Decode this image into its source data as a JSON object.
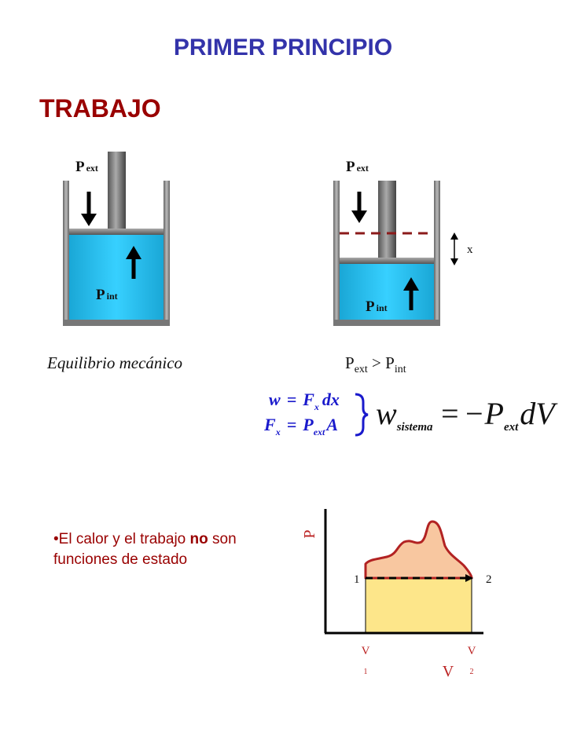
{
  "slide": {
    "title": "PRIMER PRINCIPIO",
    "subtitle": "TRABAJO"
  },
  "left_piston": {
    "p_ext": {
      "base": "P",
      "sub": "ext"
    },
    "p_int": {
      "base": "P",
      "sub": "int"
    },
    "caption": "Equilibrio mecánico"
  },
  "right_piston": {
    "p_ext": {
      "base": "P",
      "sub": "ext"
    },
    "p_int": {
      "base": "P",
      "sub": "int"
    },
    "displacement_label": "x",
    "caption": {
      "a": "P",
      "a_sub": "ext",
      "op": " > ",
      "b": "P",
      "b_sub": "int"
    }
  },
  "equations": {
    "eq1": {
      "lhs": "w",
      "eq": "=",
      "f": "F",
      "f_sub": "x",
      "rest": "dx"
    },
    "eq2": {
      "f": "F",
      "f_sub": "x",
      "eq": "=",
      "p": "P",
      "p_sub": "ext",
      "rest": "A"
    },
    "result": {
      "w": "w",
      "w_sub": "sistema",
      "eq": "=",
      "neg": "−",
      "p": "P",
      "p_sub": "ext",
      "rest": "dV"
    }
  },
  "bullet": {
    "marker": "•",
    "before": "El calor y el trabajo ",
    "bold": "no",
    "after": " son funciones de estado"
  },
  "pv_diagram": {
    "y_axis_label": "P",
    "x_axis_label": "V",
    "point1": "1",
    "point2": "2",
    "v1": {
      "base": "V",
      "sub": "1"
    },
    "v2": {
      "base": "V",
      "sub": "2"
    }
  },
  "colors": {
    "title": "#3333aa",
    "subtitle": "#990000",
    "fluid": "#22bbee",
    "wall": "#888888",
    "dashed": "#8b1a1a",
    "work_area": "#fde68a",
    "irreversible_area": "#f8c7a0",
    "curve": "#b22222",
    "equation_blue": "#1a1acc"
  }
}
